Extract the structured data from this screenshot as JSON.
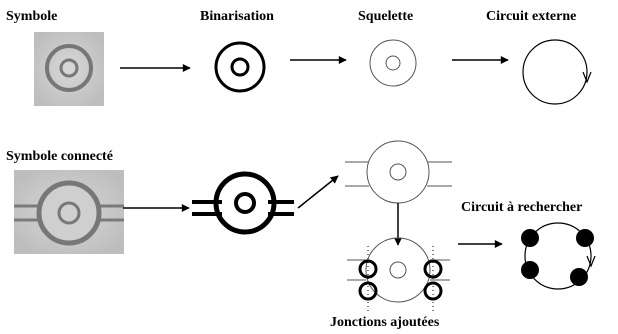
{
  "labels": {
    "symbole": "Symbole",
    "binarisation": "Binarisation",
    "squelette": "Squelette",
    "circuit_externe": "Circuit externe",
    "symbole_connecte": "Symbole connecté",
    "circuit_a_rechercher": "Circuit à rechercher",
    "jonctions_ajoutees": "Jonctions ajoutées"
  },
  "colors": {
    "ink": "#000000",
    "gray_photo_bg": "#c9c9c9",
    "gray_photo_ring": "#7a7a7a"
  }
}
